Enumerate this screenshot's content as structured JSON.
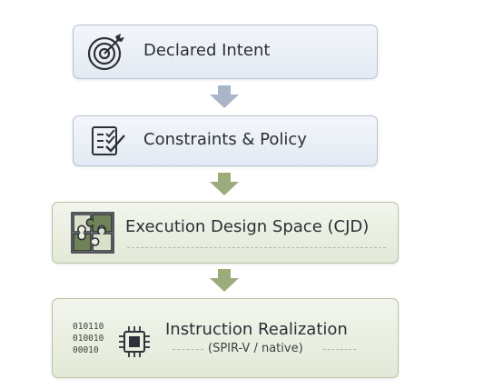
{
  "steps": [
    {
      "label": "Declared Intent",
      "icon": "target-icon"
    },
    {
      "label": "Constraints & Policy",
      "icon": "checklist-icon"
    },
    {
      "label": "Execution Design Space (CJD)",
      "icon": "puzzle-icon"
    },
    {
      "label": "Instruction Realization",
      "sublabel": "(SPIR-V / native)",
      "icon": "chip-icon",
      "binary": [
        "010110",
        "010010",
        "00010"
      ]
    }
  ],
  "colors": {
    "blue_fill": "#e8edf5",
    "green_fill": "#e6ecdc",
    "blue_arrow": "#a9b6ca",
    "green_arrow": "#9aab7c"
  }
}
